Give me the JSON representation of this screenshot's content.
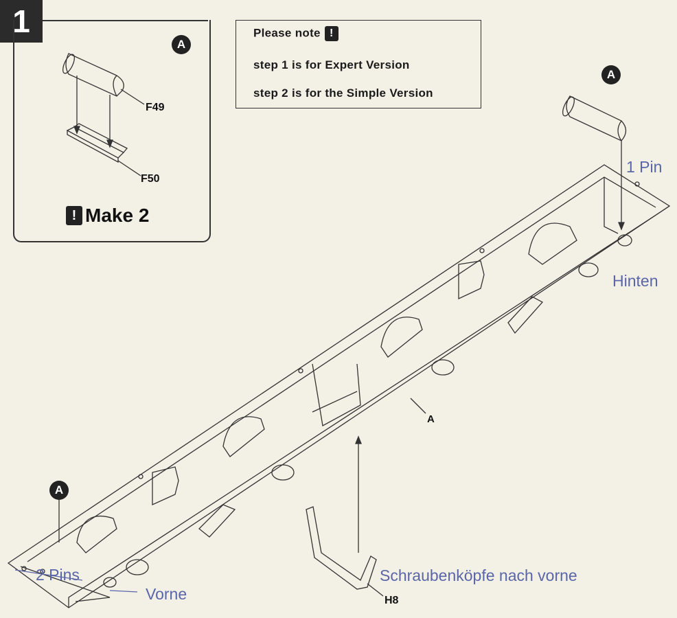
{
  "step_number": "1",
  "note": {
    "title": "Please note",
    "line1": "step 1 is for Expert Version",
    "line2": "step 2 is for the Simple Version"
  },
  "subassembly": {
    "callout": "A",
    "part_top": "F49",
    "part_bottom": "F50",
    "make_text": "Make 2"
  },
  "main": {
    "callout_rear": "A",
    "callout_front": "A",
    "hull_part": "A",
    "bracket_part": "H8",
    "label_rear_pin": "1 Pin",
    "label_rear": "Hinten",
    "label_front_pins": "2 Pins",
    "label_front": "Vorne",
    "label_bolts": "Schraubenköpfe nach vorne"
  }
}
